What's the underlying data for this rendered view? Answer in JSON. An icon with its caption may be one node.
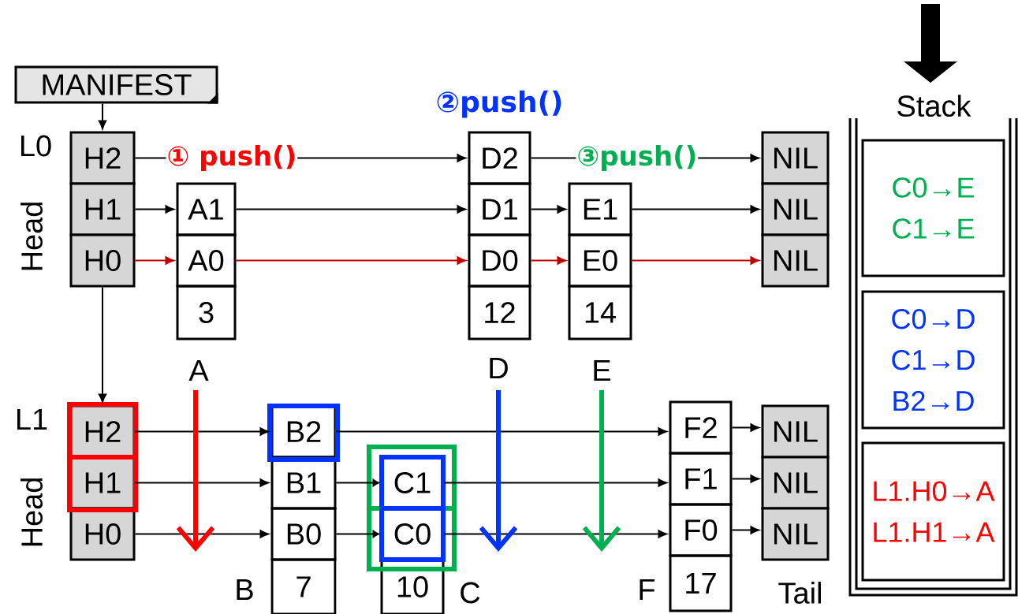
{
  "diagram": {
    "nodes": [
      {
        "text": [
          "MANIFEST"
        ]
      },
      {
        "text": [
          "H2"
        ]
      },
      {
        "text": [
          "H1"
        ]
      },
      {
        "text": [
          "H0"
        ]
      },
      {
        "text": [
          "A1"
        ]
      },
      {
        "text": [
          "A0"
        ]
      },
      {
        "text": [
          "3"
        ]
      },
      {
        "text": [
          "D2"
        ],
        "beside": [
          "②push()"
        ]
      },
      {
        "text": [
          "D1"
        ]
      },
      {
        "text": [
          "D0"
        ]
      },
      {
        "text": [
          "12"
        ]
      },
      {
        "text": [
          "E1"
        ]
      },
      {
        "text": [
          "E0"
        ]
      },
      {
        "text": [
          "14"
        ]
      },
      {
        "text": [
          "NIL"
        ]
      },
      {
        "text": [
          "NIL"
        ]
      },
      {
        "text": [
          "NIL"
        ]
      },
      {
        "text": [
          "H2"
        ]
      },
      {
        "text": [
          "H1"
        ]
      },
      {
        "text": [
          "H0"
        ]
      },
      {
        "text": [
          "B2"
        ]
      },
      {
        "text": [
          "B1"
        ]
      },
      {
        "text": [
          "B0"
        ]
      },
      {
        "text": [
          "7"
        ]
      },
      {
        "text": [
          "C1"
        ]
      },
      {
        "text": [
          "C0"
        ]
      },
      {
        "text": [
          "10"
        ]
      },
      {
        "text": [
          "F2"
        ]
      },
      {
        "text": [
          "F1"
        ]
      },
      {
        "text": [
          "F0"
        ]
      },
      {
        "text": [
          "17"
        ]
      },
      {
        "text": [
          "NIL"
        ]
      },
      {
        "text": [
          "NIL"
        ]
      },
      {
        "text": [
          "NIL"
        ]
      },
      {
        "text": [
          "Stack"
        ]
      },
      {
        "text": [
          "C0→E",
          "C1→E"
        ],
        "in": 34
      },
      {
        "text": [
          "C0→D",
          "C1→D",
          "B2→D"
        ],
        "in": 34
      },
      {
        "text": [
          "L1.H0→A",
          "L1.H1→A"
        ],
        "in": 34
      }
    ],
    "edges": [
      {
        "from": 0,
        "to": 1,
        "arrow": "to"
      },
      {
        "from": 1,
        "to": 7,
        "arrow": "to",
        "label": "① push()"
      },
      {
        "from": 2,
        "to": 4,
        "arrow": "to"
      },
      {
        "from": 4,
        "to": 8,
        "arrow": "to"
      },
      {
        "from": 8,
        "to": 11,
        "arrow": "to"
      },
      {
        "from": 11,
        "to": 15,
        "arrow": "to"
      },
      {
        "from": 3,
        "to": 5,
        "arrow": "to",
        "color": "#c00000"
      },
      {
        "from": 5,
        "to": 9,
        "arrow": "to",
        "color": "#c00000"
      },
      {
        "from": 9,
        "to": 12,
        "arrow": "to",
        "color": "#c00000"
      },
      {
        "from": 12,
        "to": 16,
        "arrow": "to",
        "color": "#c00000"
      },
      {
        "from": 7,
        "to": 14,
        "arrow": "to",
        "label": "③push()"
      },
      {
        "from": 3,
        "to": 17,
        "arrow": "to"
      },
      {
        "from": 17,
        "to": 20,
        "arrow": "to"
      },
      {
        "from": 20,
        "to": 27,
        "arrow": "to"
      },
      {
        "from": 27,
        "to": 31,
        "arrow": "to"
      },
      {
        "from": 18,
        "to": 21,
        "arrow": "to"
      },
      {
        "from": 21,
        "to": 24,
        "arrow": "to"
      },
      {
        "from": 24,
        "to": 28,
        "arrow": "to"
      },
      {
        "from": 28,
        "to": 32,
        "arrow": "to"
      },
      {
        "from": 19,
        "to": 22,
        "arrow": "to"
      },
      {
        "from": 22,
        "to": 25,
        "arrow": "to"
      },
      {
        "from": 25,
        "to": 29,
        "arrow": "to"
      },
      {
        "from": 29,
        "to": 33,
        "arrow": "to"
      }
    ],
    "labels": [
      "L0",
      "Head",
      "A",
      "D",
      "E",
      "L1",
      "Head",
      "B",
      "C",
      "F",
      "Tail"
    ]
  }
}
